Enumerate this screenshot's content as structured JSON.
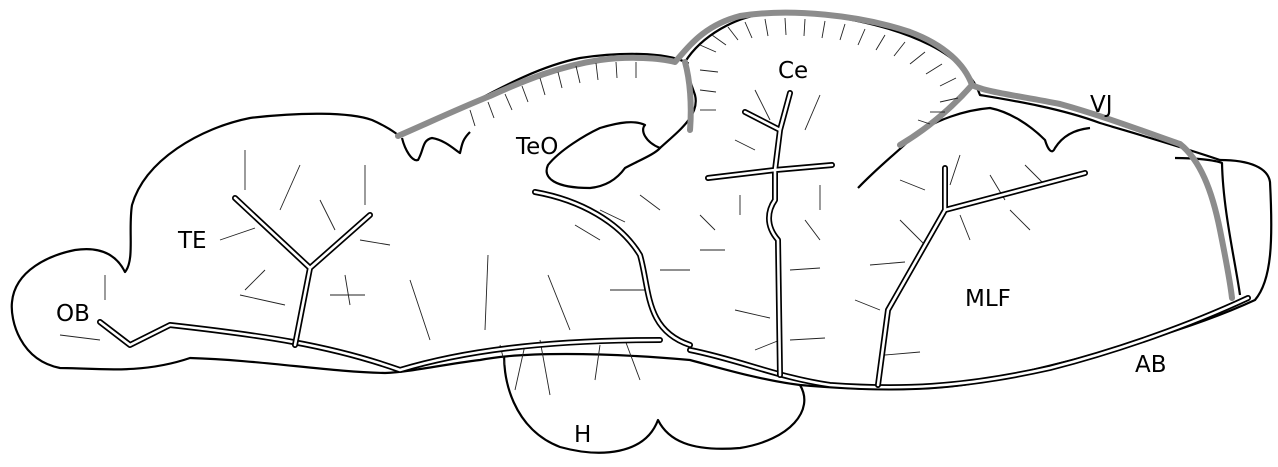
{
  "labels": {
    "ob": "OB",
    "te": "TE",
    "teo": "TeO",
    "ce": "Ce",
    "vj": "VJ",
    "mlf": "MLF",
    "ab": "AB",
    "h": "H"
  },
  "colors": {
    "outline": "#000000",
    "grey_vessel": "#8c8c8c",
    "background": "#ffffff"
  }
}
